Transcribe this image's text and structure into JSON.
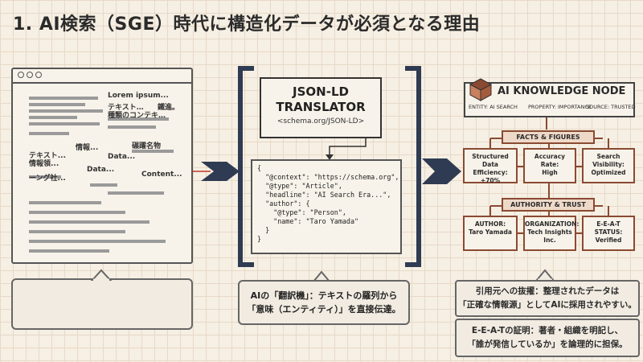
{
  "title": "1. AI検索（SGE）時代に構造化データが必須となる理由",
  "browser": {
    "texts": [
      "Lorem ipsum...",
      "テキスト…",
      "鐵進。",
      "種類のコンテキ…",
      "情報...",
      "碾躍名物",
      "テキスト...",
      "情報領...",
      "Data...",
      "Data...",
      "Content...",
      "ーング社..."
    ]
  },
  "translator": {
    "title_line1": "JSON-LD",
    "title_line2": "TRANSLATOR",
    "subtitle": "<schema.org/JSON-LD>"
  },
  "code_lines": [
    "{",
    "  \"@context\": \"https://schema.org\",",
    "  \"@type\": \"Article\",",
    "  \"headline\": \"AI Search Era...\",",
    "  \"author\": {",
    "    \"@type\": \"Person\",",
    "    \"name\": \"Taro Yamada\"",
    "  }",
    "}"
  ],
  "knowledge_node": {
    "title": "AI KNOWLEDGE NODE",
    "meta": {
      "entity": "ENTITY: AI SEARCH",
      "property": "PROPERTY: IMPORTANCE",
      "source": "SOURCE: TRUSTED"
    },
    "facts_label": "FACTS & FIGURES",
    "facts": [
      {
        "line1": "Structured Data",
        "line2": "Efficiency: +70%"
      },
      {
        "line1": "Accuracy Rate:",
        "line2": "High"
      },
      {
        "line1": "Search Visibility:",
        "line2": "Optimized"
      }
    ],
    "authority_label": "AUTHORITY & TRUST",
    "authority": [
      {
        "line1": "AUTHOR:",
        "line2": "Taro Yamada"
      },
      {
        "line1": "ORGANIZATION:",
        "line2": "Tech Insights Inc."
      },
      {
        "line1": "E-E-A-T STATUS:",
        "line2": "Verified"
      }
    ]
  },
  "callout_middle": {
    "line1": "AIの「翻訳機」：テキストの羅列から",
    "line2": "「意味（エンティティ）」を直接伝達。"
  },
  "info_1": {
    "line1": "引用元への抜擢：整理されたデータは",
    "line2": "「正確な情報源」としてAIに採用されやすい。"
  },
  "info_2": {
    "line1": "E-E-A-Tの証明：著者・組織を明記し、",
    "line2": "「誰が発信しているか」を論理的に担保。"
  },
  "colors": {
    "bracket": "#2f3b52",
    "arrow": "#2f3b52",
    "node_border": "#8a4a32",
    "node_fill": "#eed9c8",
    "accent_red": "#c0392b"
  }
}
